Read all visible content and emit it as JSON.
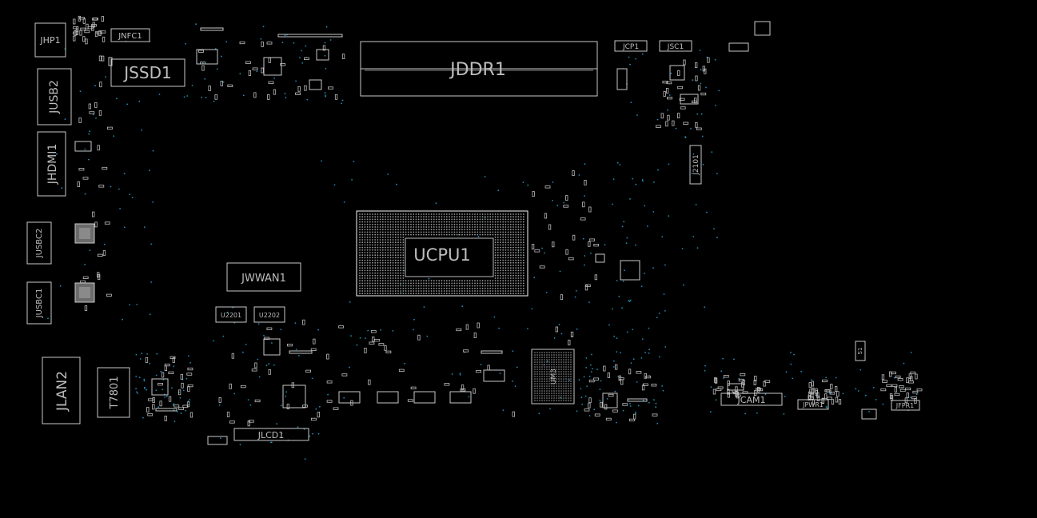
{
  "board": {
    "components": [
      {
        "ref": "JHP1",
        "label": "JHP1"
      },
      {
        "ref": "JNFC1",
        "label": "JNFC1"
      },
      {
        "ref": "JSSD1",
        "label": "JSSD1"
      },
      {
        "ref": "JDDR1",
        "label": "JDDR1"
      },
      {
        "ref": "JCP1",
        "label": "JCP1"
      },
      {
        "ref": "JSC1",
        "label": "JSC1"
      },
      {
        "ref": "JUSB2",
        "label": "JUSB2"
      },
      {
        "ref": "JHDMI1",
        "label": "JHDMI1"
      },
      {
        "ref": "JUSBC2",
        "label": "JUSBC2"
      },
      {
        "ref": "JUSBC1",
        "label": "JUSBC1"
      },
      {
        "ref": "UCPU1",
        "label": "UCPU1"
      },
      {
        "ref": "JWWAN1",
        "label": "JWWAN1"
      },
      {
        "ref": "U2201",
        "label": "U2201"
      },
      {
        "ref": "U2202",
        "label": "U2202"
      },
      {
        "ref": "J2101",
        "label": "J2101"
      },
      {
        "ref": "JLAN2",
        "label": "JLAN2"
      },
      {
        "ref": "T7801",
        "label": "T7801"
      },
      {
        "ref": "JLCD1",
        "label": "JLCD1"
      },
      {
        "ref": "JCAM1",
        "label": "JCAM1"
      },
      {
        "ref": "JPWR1",
        "label": "JPWR1"
      },
      {
        "ref": "JFPR1",
        "label": "JFPR1"
      },
      {
        "ref": "S1",
        "label": "S1"
      },
      {
        "ref": "UM3",
        "label": "UM3"
      }
    ]
  }
}
